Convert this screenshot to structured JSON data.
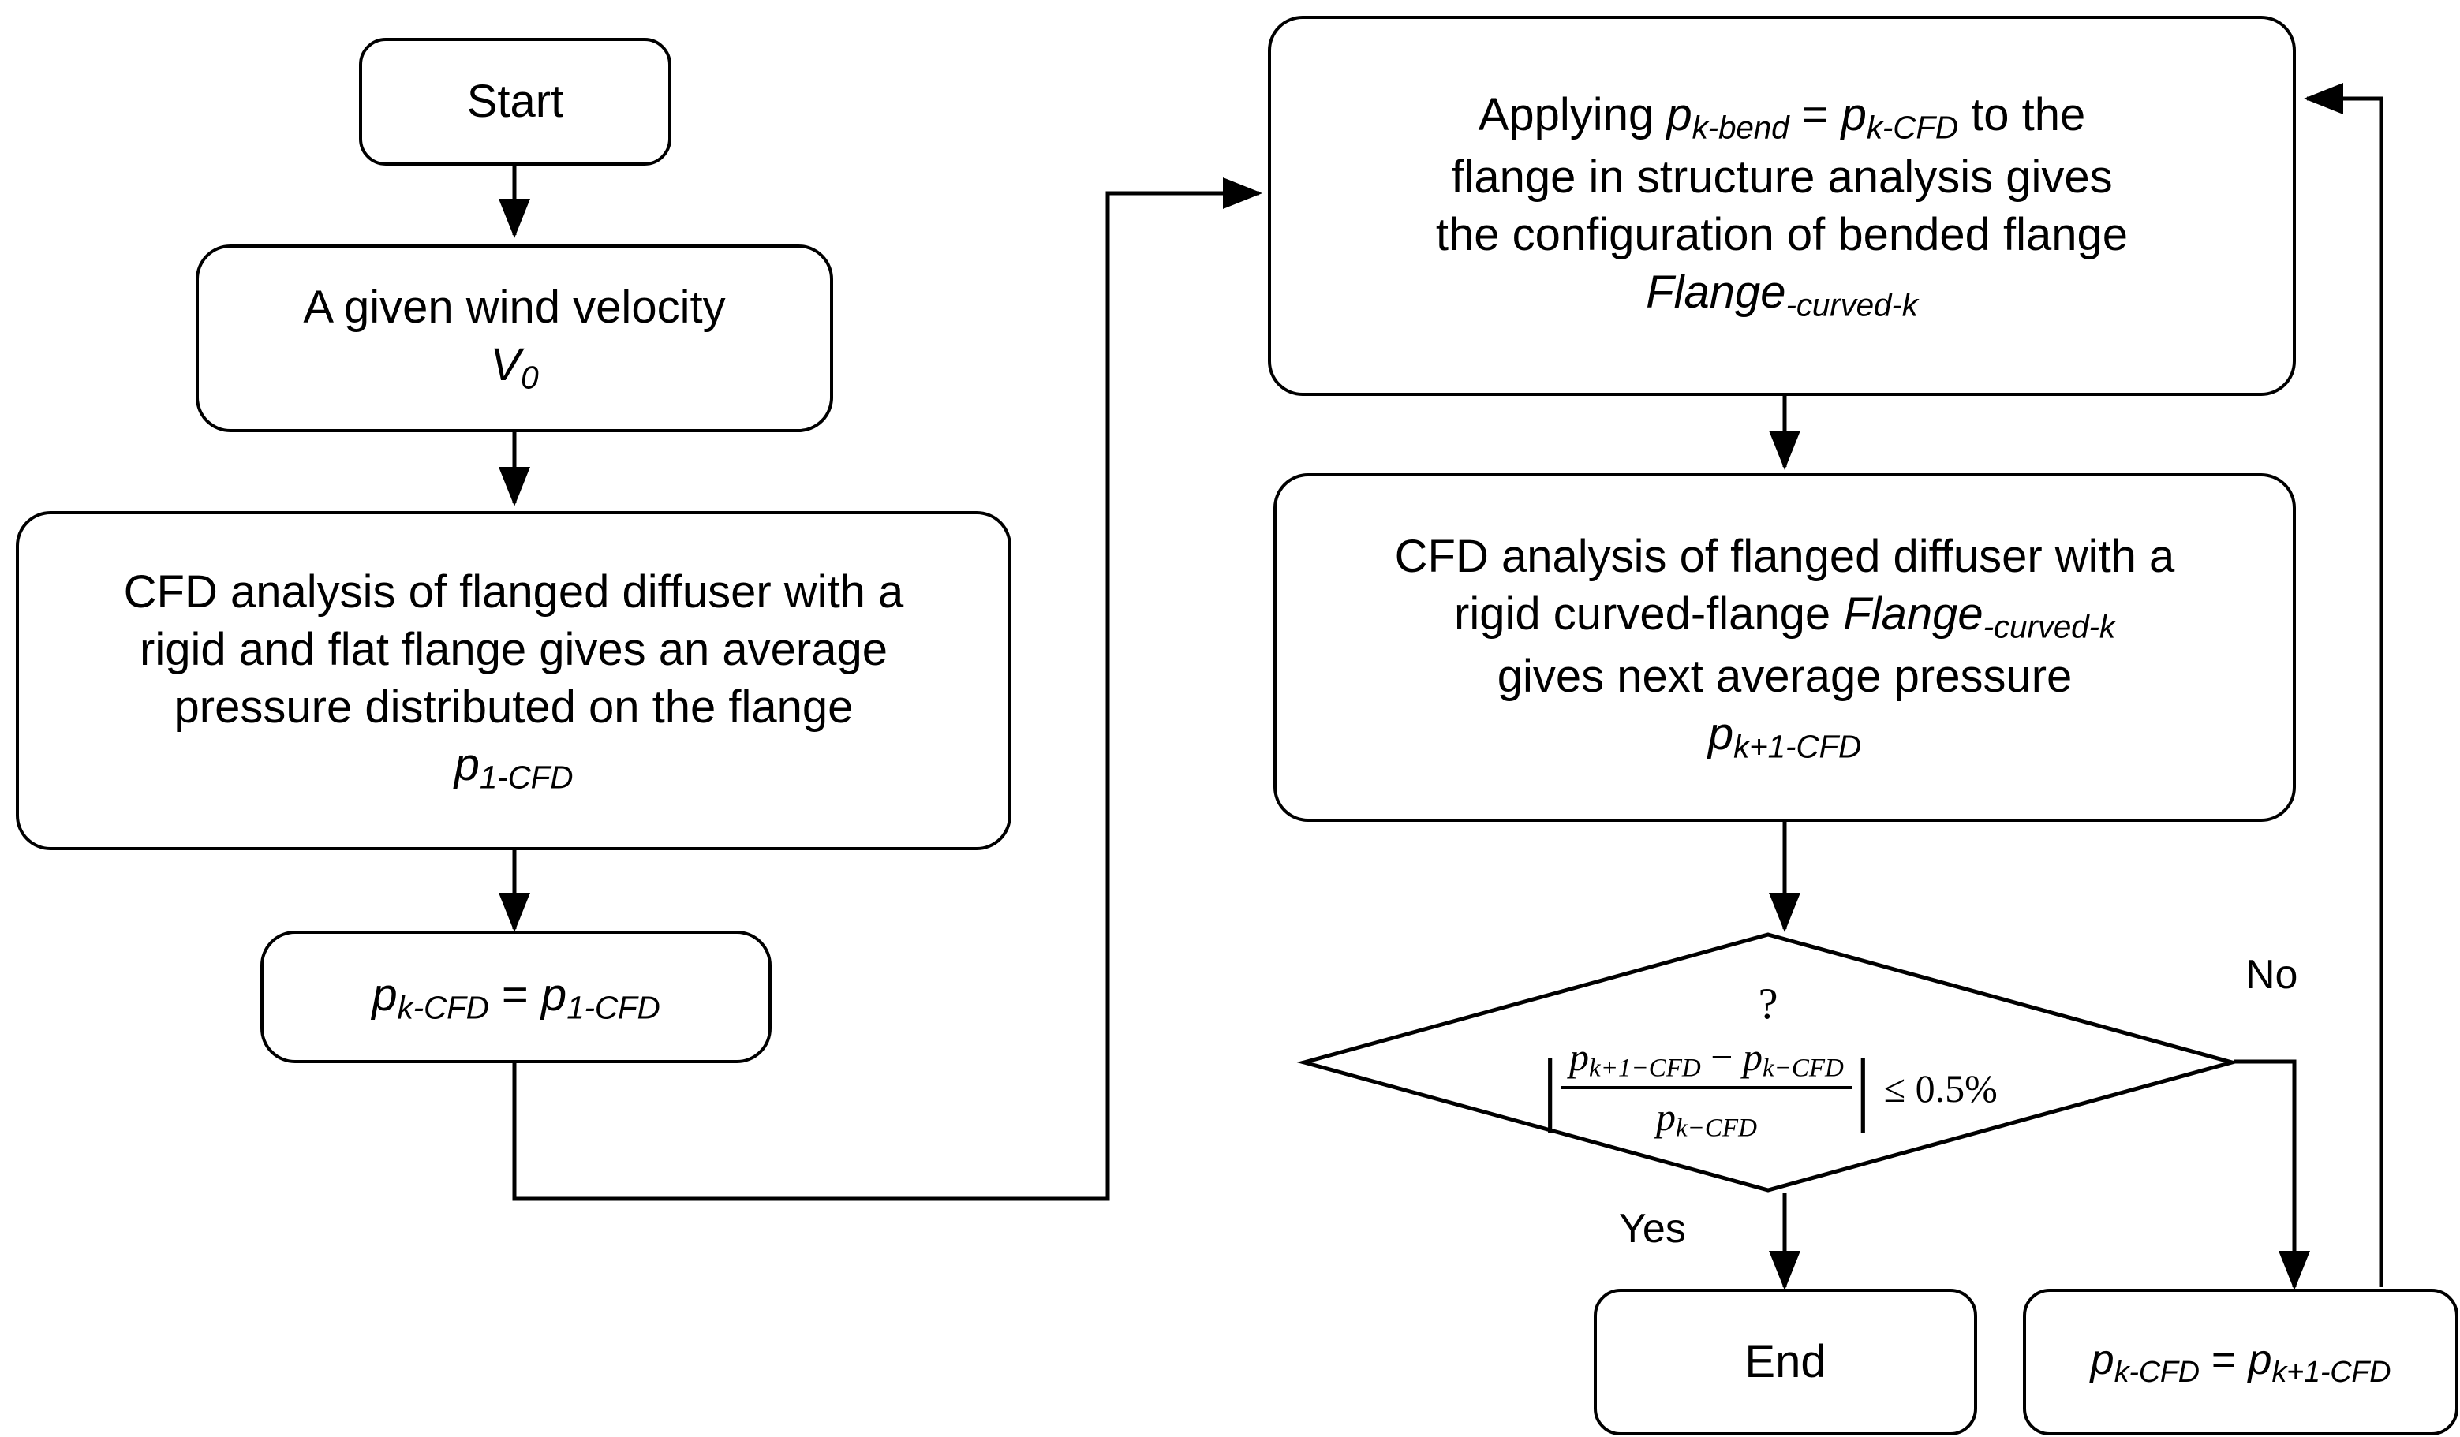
{
  "diagram": {
    "type": "flowchart",
    "title": "Iterative CFD / structure analysis loop for flanged diffuser",
    "nodes": {
      "start": {
        "label": "Start",
        "shape": "rounded-rect"
      },
      "wind_velocity": {
        "line1": "A given wind velocity",
        "symbol": "V",
        "symbol_sub": "0",
        "shape": "rounded-rect"
      },
      "cfd_flat": {
        "line1": "CFD analysis of flanged diffuser with a",
        "line2": "rigid and flat flange gives an average",
        "line3": "pressure distributed on the flange",
        "symbol": "p",
        "symbol_sub": "1-CFD",
        "shape": "rounded-rect"
      },
      "assign_pk": {
        "lhs": "p",
        "lhs_sub": "k-CFD",
        "op": "=",
        "rhs": "p",
        "rhs_sub": "1-CFD",
        "shape": "rounded-rect"
      },
      "apply_bend": {
        "prefix": "Applying ",
        "lhs": "p",
        "lhs_sub": "k-bend",
        "op": " = ",
        "rhs": "p",
        "rhs_sub": "k-CFD",
        "suffix": " to the",
        "line2": "flange in structure analysis gives",
        "line3": "the configuration of bended flange",
        "symbol": "Flange",
        "symbol_sub": "-curved-k",
        "shape": "rounded-rect"
      },
      "cfd_curved": {
        "line1": "CFD analysis of flanged diffuser with a",
        "line2a": "rigid curved-flange ",
        "line2_sym": "Flange",
        "line2_sub": "-curved-k",
        "line3": "gives next average pressure",
        "symbol": "p",
        "symbol_sub": "k+1-CFD",
        "shape": "rounded-rect"
      },
      "decision": {
        "question_mark": "?",
        "numerator_a": "p",
        "numerator_a_sub": "k+1−CFD",
        "minus": " − ",
        "numerator_b": "p",
        "numerator_b_sub": "k−CFD",
        "denominator": "p",
        "denominator_sub": "k−CFD",
        "relation": "≤ 0.5%",
        "shape": "diamond"
      },
      "end": {
        "label": "End",
        "shape": "rounded-rect"
      },
      "update_pk": {
        "lhs": "p",
        "lhs_sub": "k-CFD",
        "op": "=",
        "rhs": "p",
        "rhs_sub": "k+1-CFD",
        "shape": "rounded-rect"
      }
    },
    "edge_labels": {
      "yes": "Yes",
      "no": "No"
    },
    "colors": {
      "stroke": "#000000",
      "fill": "#ffffff",
      "text": "#000000"
    }
  }
}
